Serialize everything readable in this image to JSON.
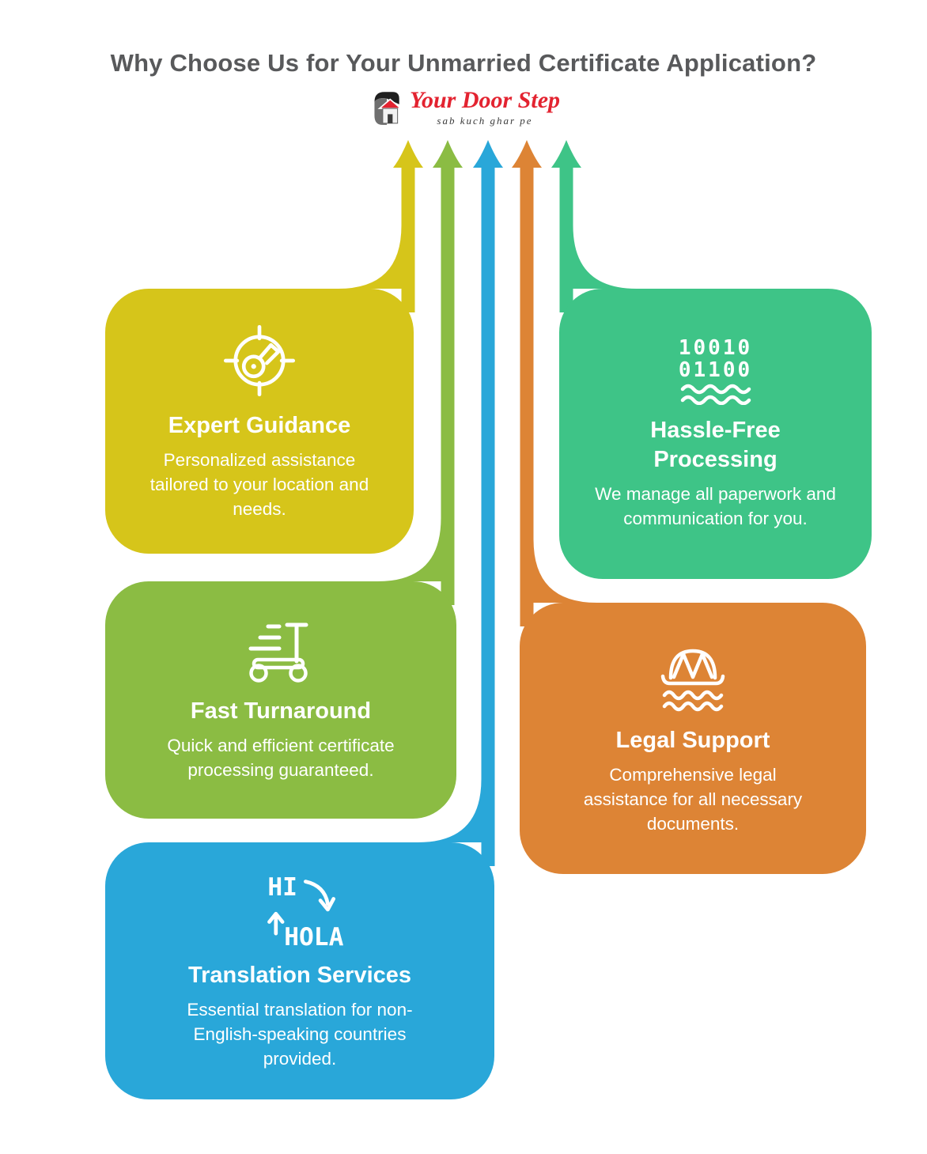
{
  "header": {
    "title": "Why Choose Us for Your Unmarried Certificate Application?",
    "logo_name": "Your Door Step",
    "logo_tagline": "sab kuch ghar pe"
  },
  "colors": {
    "title_text": "#58595b",
    "logo_red": "#e32330",
    "card_yellow": "#d6c51a",
    "card_green": "#8bbc43",
    "card_blue": "#29a7d9",
    "card_orange": "#dd8435",
    "card_teal": "#3ec487",
    "card_text": "#ffffff"
  },
  "cards": [
    {
      "id": "expert-guidance",
      "icon": "target-key-icon",
      "title": "Expert Guidance",
      "body": "Personalized assistance tailored to your location and needs.",
      "color": "#d6c51a"
    },
    {
      "id": "hassle-free-processing",
      "icon": "binary-stream-icon",
      "icon_binary_line1": "10010",
      "icon_binary_line2": "01100",
      "title": "Hassle-Free Processing",
      "body": "We manage all paperwork and communication for you.",
      "color": "#3ec487"
    },
    {
      "id": "fast-turnaround",
      "icon": "scooter-icon",
      "title": "Fast Turnaround",
      "body": "Quick and efficient certificate processing guaranteed.",
      "color": "#8bbc43"
    },
    {
      "id": "legal-support",
      "icon": "life-raft-icon",
      "title": "Legal Support",
      "body": "Comprehensive legal assistance for all necessary documents.",
      "color": "#dd8435"
    },
    {
      "id": "translation-services",
      "icon": "translation-icon",
      "icon_word1": "HI",
      "icon_word2": "HOLA",
      "title": "Translation Services",
      "body": "Essential translation for non-English-speaking countries provided.",
      "color": "#29a7d9"
    }
  ]
}
